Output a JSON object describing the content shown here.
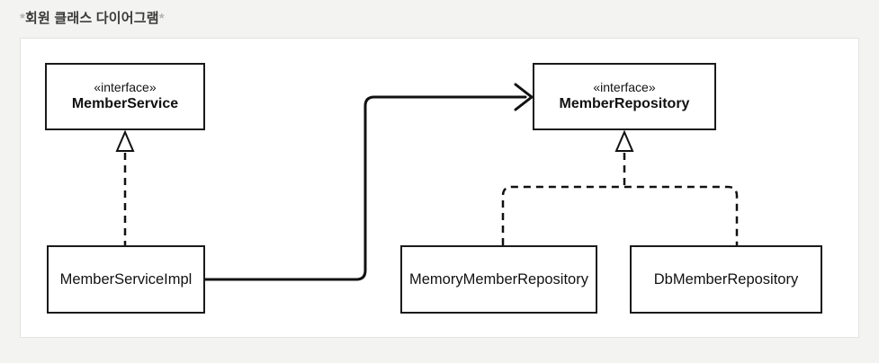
{
  "page": {
    "title": {
      "prefix": "*",
      "text": "회원 클래스 다이어그램",
      "suffix": "*"
    }
  },
  "diagram": {
    "nodes": {
      "member_service": {
        "stereotype": "«interface»",
        "name": "MemberService"
      },
      "member_repository": {
        "stereotype": "«interface»",
        "name": "MemberRepository"
      },
      "member_service_impl": {
        "name": "MemberServiceImpl"
      },
      "memory_member_repository": {
        "name": "MemoryMemberRepository"
      },
      "db_member_repository": {
        "name": "DbMemberRepository"
      }
    },
    "edges": [
      {
        "type": "realization",
        "from": "MemberServiceImpl",
        "to": "MemberService",
        "style": "dashed, hollow triangle head"
      },
      {
        "type": "association",
        "from": "MemberServiceImpl",
        "to": "MemberRepository",
        "style": "solid, open arrow head"
      },
      {
        "type": "realization",
        "from": "MemoryMemberRepository",
        "to": "MemberRepository",
        "style": "dashed, hollow triangle head"
      },
      {
        "type": "realization",
        "from": "DbMemberRepository",
        "to": "MemberRepository",
        "style": "dashed, hollow triangle head"
      }
    ]
  },
  "colors": {
    "page_background": "#f3f3f1",
    "canvas_background": "#ffffff",
    "canvas_border": "#e3e3e3",
    "box_border": "#1a1a1a",
    "edge_line": "#111111",
    "title_text": "#3b3b3b",
    "title_asterisk": "#b3b3b3"
  }
}
